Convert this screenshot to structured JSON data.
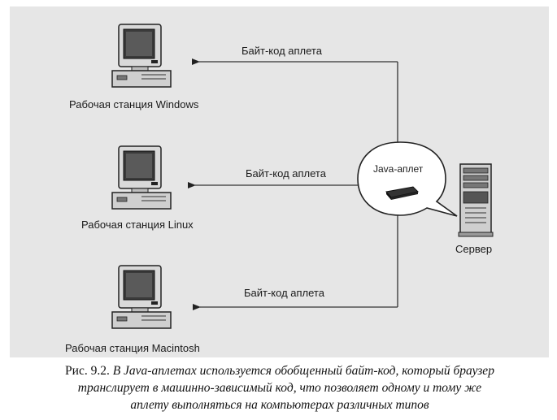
{
  "diagram": {
    "workstations": [
      {
        "label": "Рабочая станция Windows",
        "arrow_label": "Байт-код аплета"
      },
      {
        "label": "Рабочая станция Linux",
        "arrow_label": "Байт-код аплета"
      },
      {
        "label": "Рабочая станция Macintosh",
        "arrow_label": "Байт-код аплета"
      }
    ],
    "bubble_label": "Java-аплет",
    "server_label": "Сервер"
  },
  "caption": {
    "figure_number": "Рис. 9.2.",
    "line1_italic": "В Java-аплетах используется обобщенный байт-код, который браузер",
    "line2": "транслирует в машинно-зависимый код, что позволяет одному и тому же",
    "line3": "аплету выполняться на компьютерах различных типов"
  }
}
